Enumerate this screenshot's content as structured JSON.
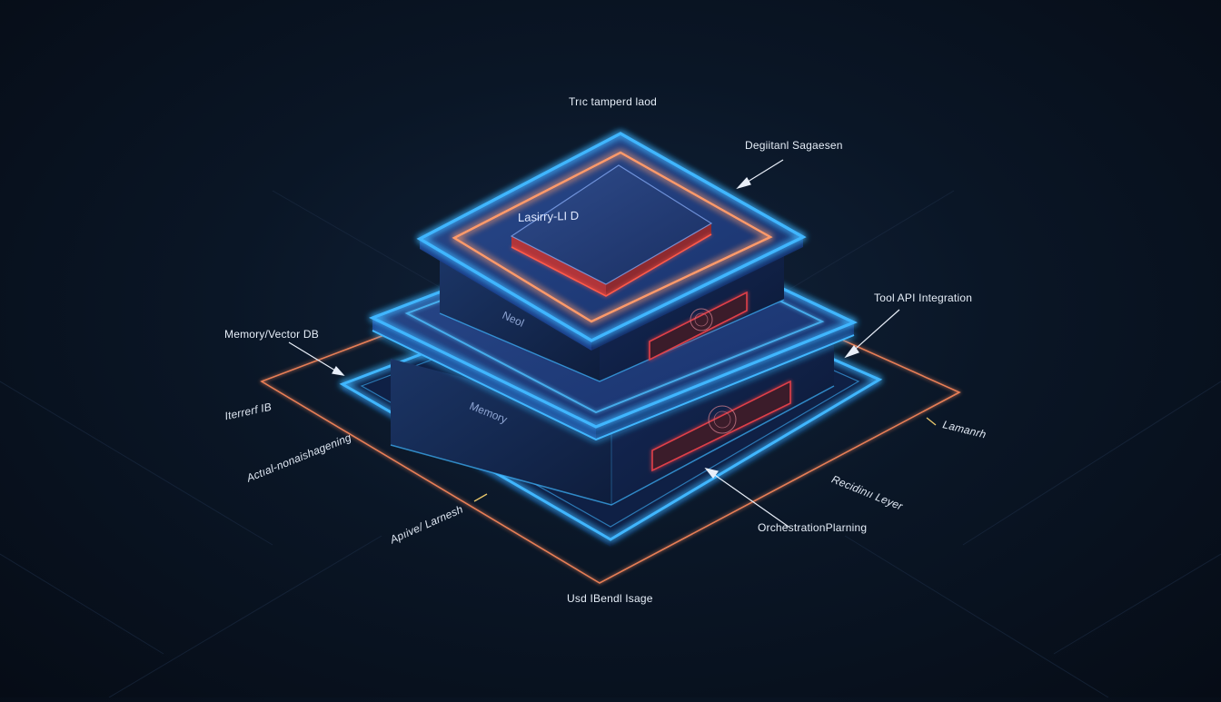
{
  "labels": {
    "top": "Trıc tamperd laod",
    "right_upper": "Degiitanl Sagaesen",
    "tool_api": "Tool API Integration",
    "memory_vector": "Memory/Vector DB",
    "left_small": "Iterrerf IB",
    "left_diag_1": "Actıal-nonaishagening",
    "left_diag_2": "Apıive/ Larnesh",
    "right_small": "Lamanrh",
    "right_diag": "Recidinıı Leyer",
    "orchestration": "OrchestrationPlarning",
    "bottom": "Usd IBendl Isage"
  },
  "layers": {
    "core": "Lasirry-LI D",
    "upper": "Neol",
    "lower": "Memory"
  },
  "colors": {
    "background": "#0a1626",
    "neon_blue": "#3fb6ff",
    "neon_orange": "#ff8a5c",
    "box_face": "#1a2f5e",
    "badge_red": "#d0303a"
  }
}
